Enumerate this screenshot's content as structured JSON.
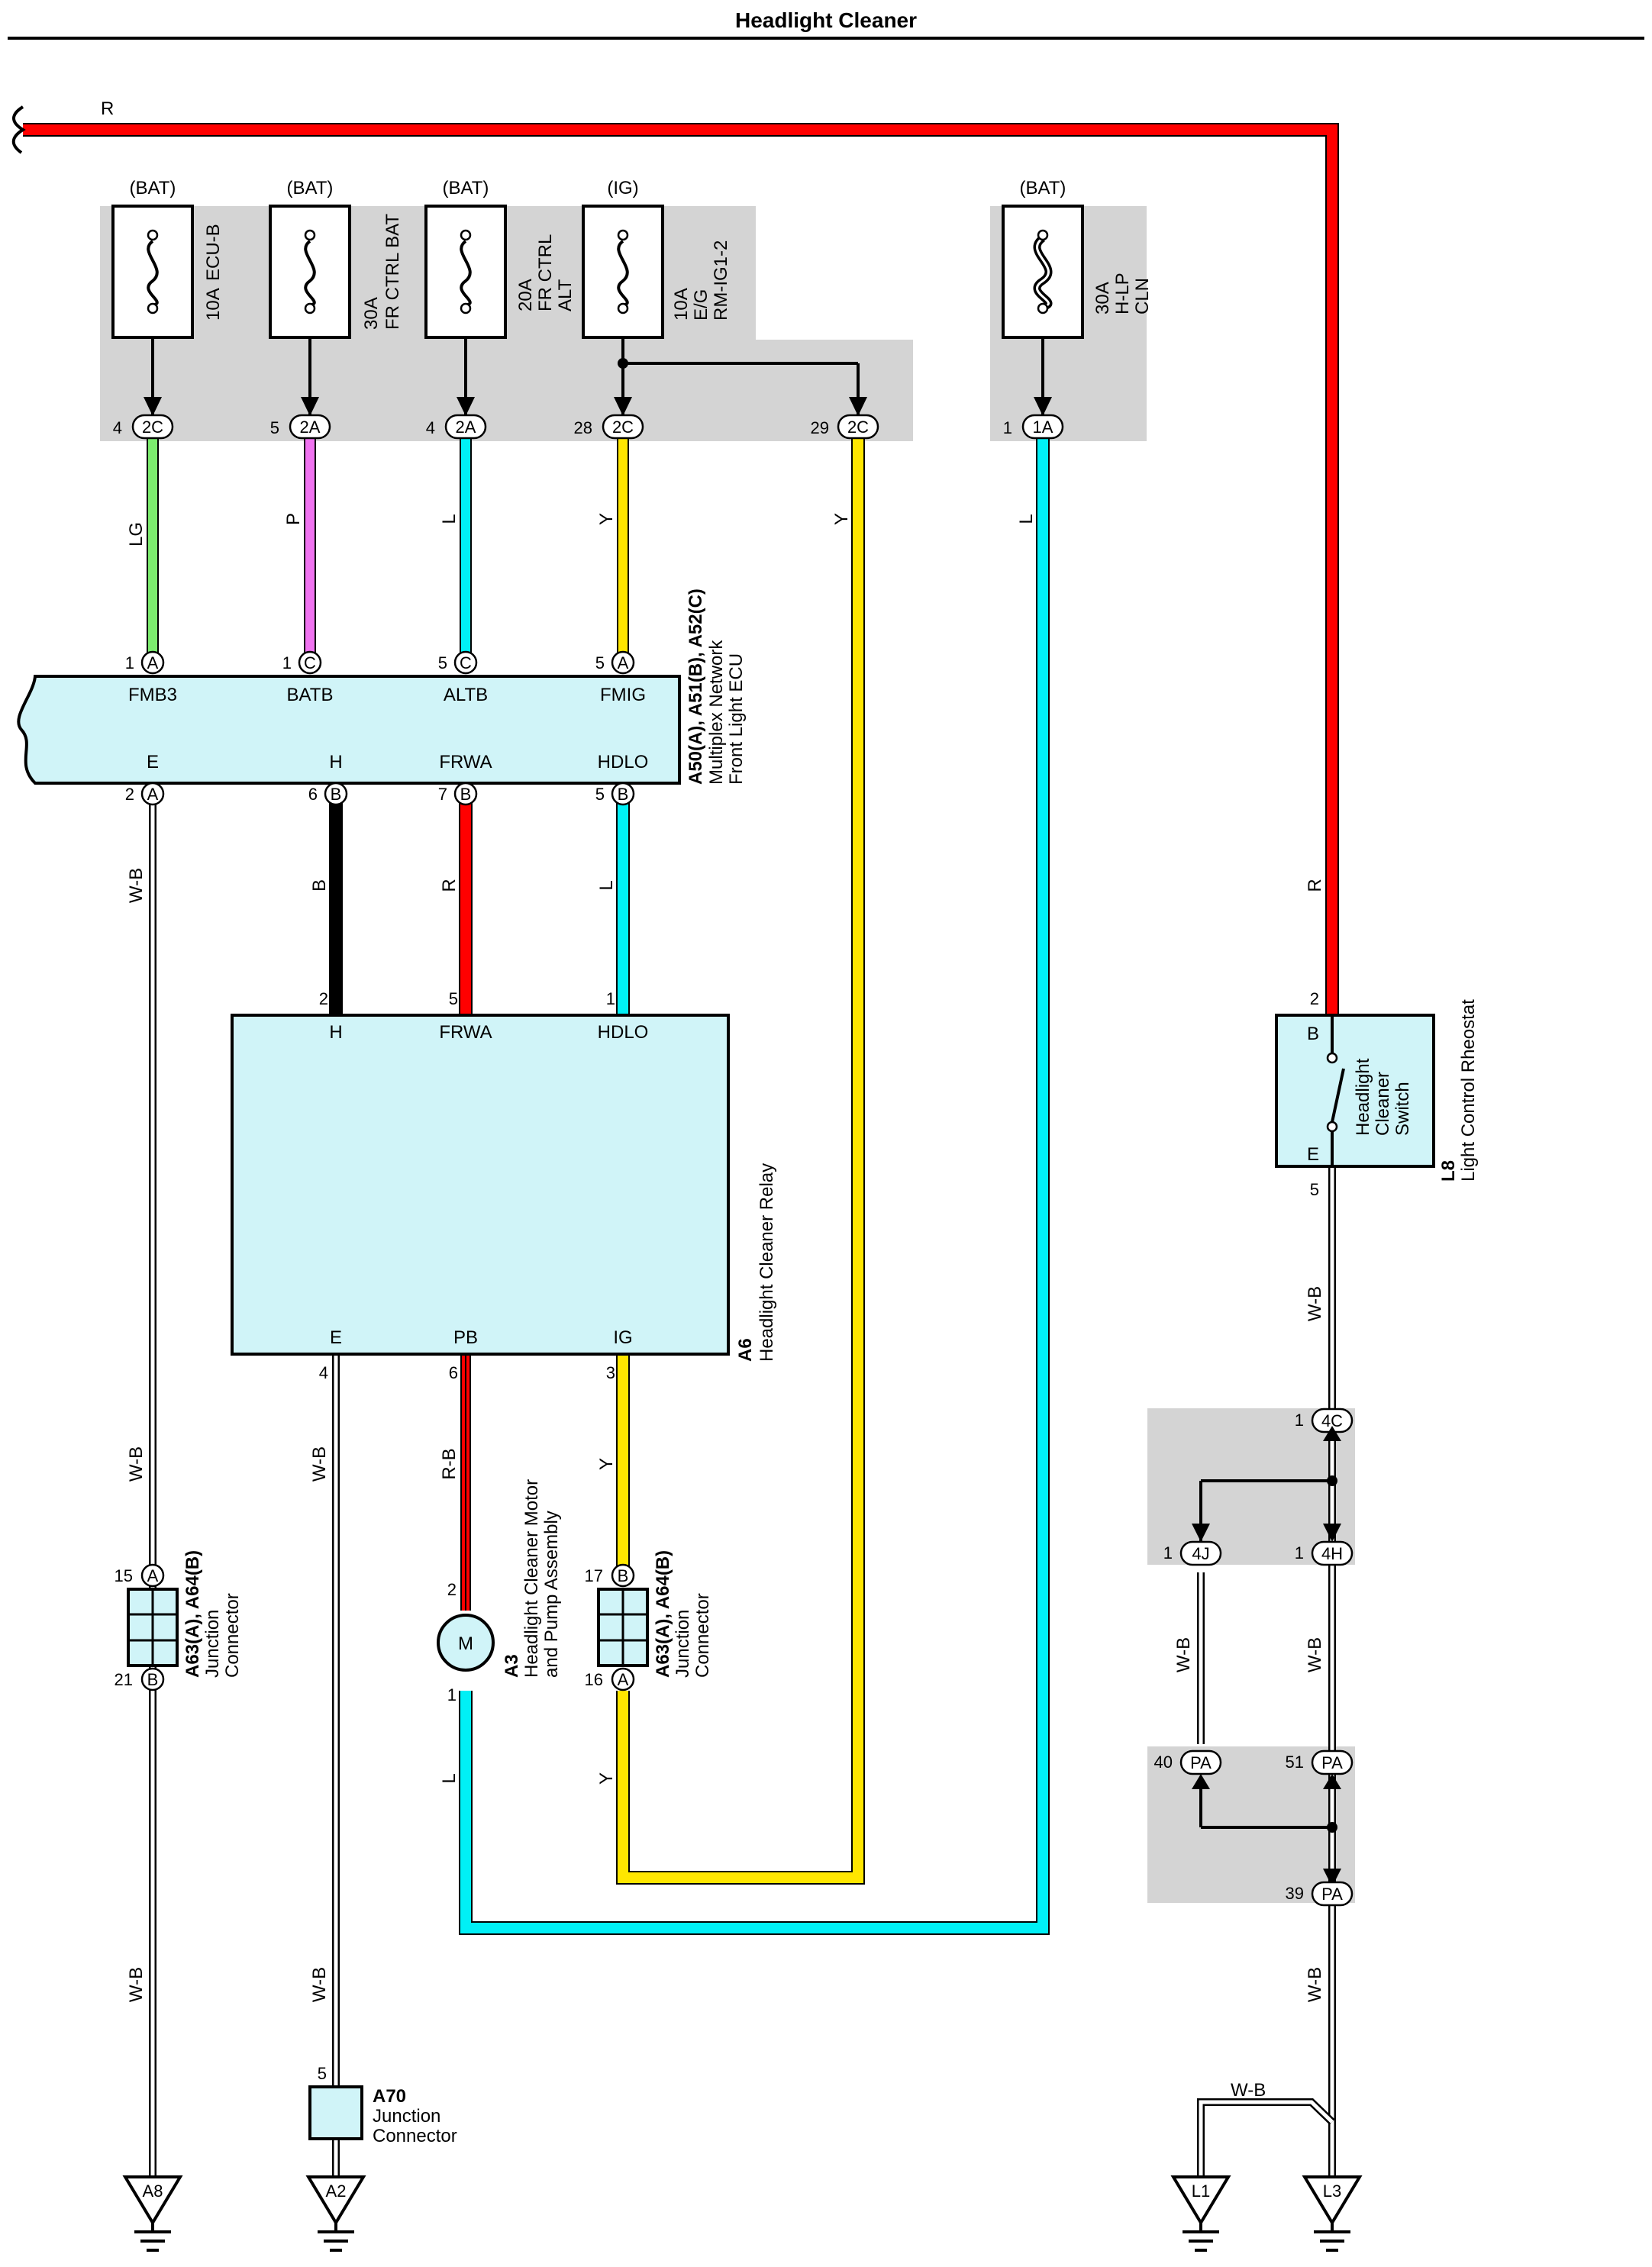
{
  "diagram": {
    "title": "Headlight Cleaner",
    "colors": {
      "R": "#ff0000",
      "LG": "#7cec6e",
      "P": "#f073f0",
      "L": "#00f0f6",
      "Y": "#ffe600",
      "B": "#000000",
      "W-B": "#ffffff",
      "R-B": "#ff0000",
      "component_fill": "#d0f4f8",
      "shade": "#d4d4d4"
    },
    "fuses": [
      {
        "source": "(BAT)",
        "rating": "10A",
        "name": "ECU-B"
      },
      {
        "source": "(BAT)",
        "rating": "30A",
        "name": "FR CTRL BAT"
      },
      {
        "source": "(BAT)",
        "rating": "20A",
        "name": "FR CTRL",
        "name2": "ALT"
      },
      {
        "source": "(IG)",
        "rating": "10A",
        "name": "E/G",
        "name2": "RM-IG1-2"
      },
      {
        "source": "(BAT)",
        "rating": "30A",
        "name": "H-LP",
        "name2": "CLN"
      }
    ],
    "top_connectors": [
      {
        "pin": "4",
        "conn": "2C"
      },
      {
        "pin": "5",
        "conn": "2A"
      },
      {
        "pin": "4",
        "conn": "2A"
      },
      {
        "pin": "28",
        "conn": "2C"
      },
      {
        "pin": "29",
        "conn": "2C"
      },
      {
        "pin": "1",
        "conn": "1A"
      }
    ],
    "wire_labels": {
      "r_top": "R",
      "lg": "LG",
      "p": "P",
      "l1": "L",
      "y1": "Y",
      "y2": "Y",
      "l2": "L",
      "wb1": "W-B",
      "b": "B",
      "r2": "R",
      "l3": "L",
      "r_right": "R",
      "wb_right1": "W-B",
      "wb2": "W-B",
      "wb3": "W-B",
      "rb": "R-B",
      "y3": "Y",
      "wb_4j": "W-B",
      "wb_4h": "W-B",
      "wb4": "W-B",
      "wb5": "W-B",
      "l4": "L",
      "y4": "Y",
      "wb6": "W-B",
      "wb_horiz": "W-B"
    },
    "ecu": {
      "code": "A50(A), A51(B), A52(C)",
      "name1": "Multiplex Network",
      "name2": "Front Light ECU",
      "top_pins": [
        {
          "num": "1",
          "conn": "A",
          "term": "FMB3"
        },
        {
          "num": "1",
          "conn": "C",
          "term": "BATB"
        },
        {
          "num": "5",
          "conn": "C",
          "term": "ALTB"
        },
        {
          "num": "5",
          "conn": "A",
          "term": "FMIG"
        }
      ],
      "bottom_pins": [
        {
          "num": "2",
          "conn": "A",
          "term": "E"
        },
        {
          "num": "6",
          "conn": "B",
          "term": "H"
        },
        {
          "num": "7",
          "conn": "B",
          "term": "FRWA"
        },
        {
          "num": "5",
          "conn": "B",
          "term": "HDLO"
        }
      ]
    },
    "relay": {
      "code": "A6",
      "name": "Headlight Cleaner Relay",
      "top_pins": [
        {
          "num": "2",
          "term": "H"
        },
        {
          "num": "5",
          "term": "FRWA"
        },
        {
          "num": "1",
          "term": "HDLO"
        }
      ],
      "bottom_pins": [
        {
          "num": "4",
          "term": "E"
        },
        {
          "num": "6",
          "term": "PB"
        },
        {
          "num": "3",
          "term": "IG"
        }
      ]
    },
    "switch": {
      "code": "L8",
      "name": "Light Control Rheostat",
      "inner1": "Headlight",
      "inner2": "Cleaner",
      "inner3": "Switch",
      "pin_b": "B",
      "pin_e": "E",
      "num_top": "2",
      "num_bottom": "5"
    },
    "junction_left": {
      "code": "A63(A), A64(B)",
      "name1": "Junction",
      "name2": "Connector",
      "top_num": "15",
      "top_conn": "A",
      "bottom_num": "21",
      "bottom_conn": "B"
    },
    "junction_mid": {
      "code": "A63(A), A64(B)",
      "name1": "Junction",
      "name2": "Connector",
      "top_num": "17",
      "top_conn": "B",
      "bottom_num": "16",
      "bottom_conn": "A"
    },
    "motor": {
      "code": "A3",
      "name1": "Headlight Cleaner Motor",
      "name2": "and Pump Assembly",
      "symbol": "M",
      "top_num": "2",
      "bottom_num": "1"
    },
    "a70": {
      "code": "A70",
      "name1": "Junction",
      "name2": "Connector",
      "num": "5"
    },
    "right_connectors": [
      {
        "num": "1",
        "conn": "4C"
      },
      {
        "num": "1",
        "conn": "4J"
      },
      {
        "num": "1",
        "conn": "4H"
      },
      {
        "num": "40",
        "conn": "PA"
      },
      {
        "num": "51",
        "conn": "PA"
      },
      {
        "num": "39",
        "conn": "PA"
      }
    ],
    "grounds": [
      "A8",
      "A2",
      "L1",
      "L3"
    ]
  }
}
